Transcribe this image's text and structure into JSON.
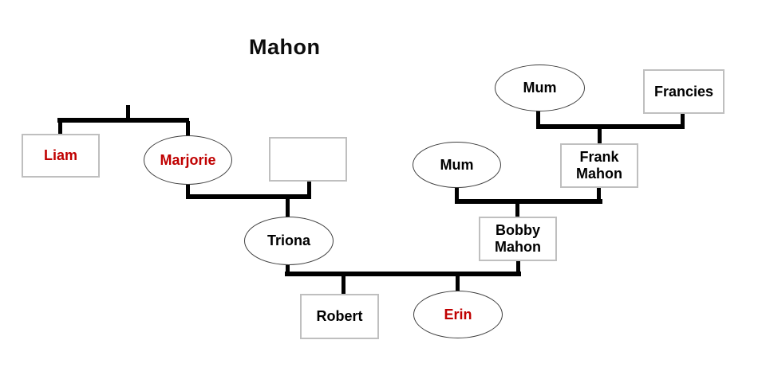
{
  "title": "Mahon",
  "colors": {
    "highlight_text": "#c00000",
    "normal_text": "#000000",
    "connector": "#000000",
    "rect_border": "#bfbfbf",
    "ellipse_border": "#404040",
    "background": "#ffffff"
  },
  "nodes": [
    {
      "id": "liam",
      "label": "Liam",
      "shape": "rect",
      "text_color": "#c00000"
    },
    {
      "id": "marjorie",
      "label": "Marjorie",
      "shape": "ellipse",
      "text_color": "#c00000"
    },
    {
      "id": "unknown",
      "label": "",
      "shape": "rect",
      "text_color": "#000000"
    },
    {
      "id": "triona",
      "label": "Triona",
      "shape": "ellipse",
      "text_color": "#000000"
    },
    {
      "id": "mum-top",
      "label": "Mum",
      "shape": "ellipse",
      "text_color": "#000000"
    },
    {
      "id": "francies",
      "label": "Francies",
      "shape": "rect",
      "text_color": "#000000"
    },
    {
      "id": "mum-left",
      "label": "Mum",
      "shape": "ellipse",
      "text_color": "#000000"
    },
    {
      "id": "frank-mahon",
      "label": "Frank Mahon",
      "shape": "rect",
      "text_color": "#000000"
    },
    {
      "id": "bobby-mahon",
      "label": "Bobby Mahon",
      "shape": "rect",
      "text_color": "#000000"
    },
    {
      "id": "robert",
      "label": "Robert",
      "shape": "rect",
      "text_color": "#000000"
    },
    {
      "id": "erin",
      "label": "Erin",
      "shape": "ellipse",
      "text_color": "#c00000"
    }
  ]
}
